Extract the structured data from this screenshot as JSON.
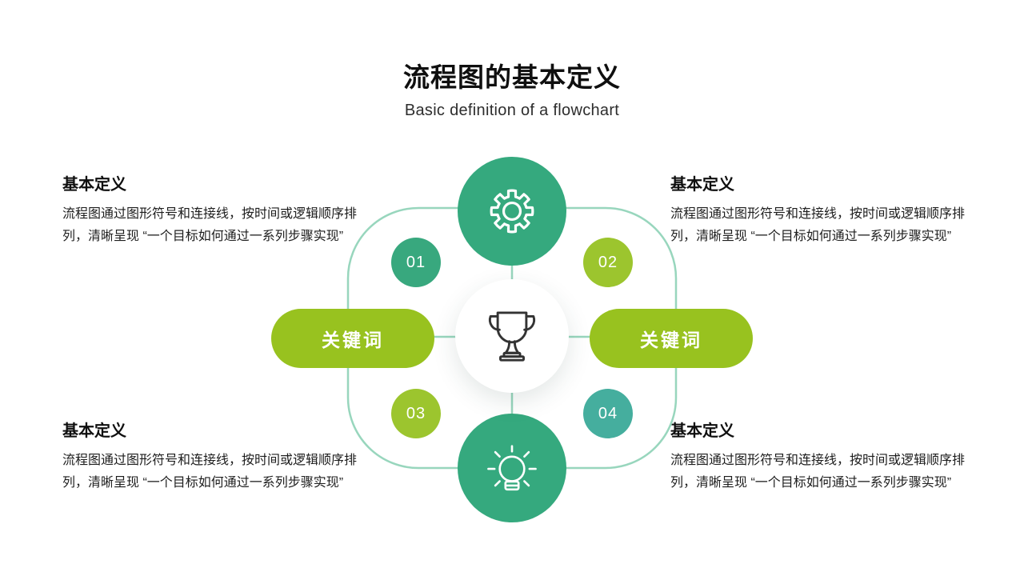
{
  "header": {
    "title": "流程图的基本定义",
    "subtitle": "Basic definition of a flowchart"
  },
  "definition_blocks": [
    {
      "position": "top-left",
      "heading": "基本定义",
      "body": "流程图通过图形符号和连接线，按时间或逻辑顺序排列，清晰呈现 “一个目标如何通过一系列步骤实现”"
    },
    {
      "position": "top-right",
      "heading": "基本定义",
      "body": "流程图通过图形符号和连接线，按时间或逻辑顺序排列，清晰呈现 “一个目标如何通过一系列步骤实现”"
    },
    {
      "position": "bottom-left",
      "heading": "基本定义",
      "body": "流程图通过图形符号和连接线，按时间或逻辑顺序排列，清晰呈现 “一个目标如何通过一系列步骤实现”"
    },
    {
      "position": "bottom-right",
      "heading": "基本定义",
      "body": "流程图通过图形符号和连接线，按时间或逻辑顺序排列，清晰呈现 “一个目标如何通过一系列步骤实现”"
    }
  ],
  "diagram": {
    "keyword_left": "关键词",
    "keyword_right": "关键词",
    "top_icon": "gear-icon",
    "center_icon": "trophy-icon",
    "bottom_icon": "lightbulb-icon",
    "badges": [
      {
        "label": "01",
        "color": "#38a87e",
        "style": "background:#38a87e"
      },
      {
        "label": "02",
        "color": "#9cc52e",
        "style": "background:#9cc52e"
      },
      {
        "label": "03",
        "color": "#9cc52e",
        "style": "background:#9cc52e"
      },
      {
        "label": "04",
        "color": "#45ae9e",
        "style": "background:#45ae9e"
      }
    ],
    "colors": {
      "node_teal": "#35a97e",
      "pill_green": "#98c21f",
      "badge_teal_cyan": "#45ae9e",
      "connector_line": "#98d6bd",
      "trophy_stroke": "#333333"
    }
  }
}
